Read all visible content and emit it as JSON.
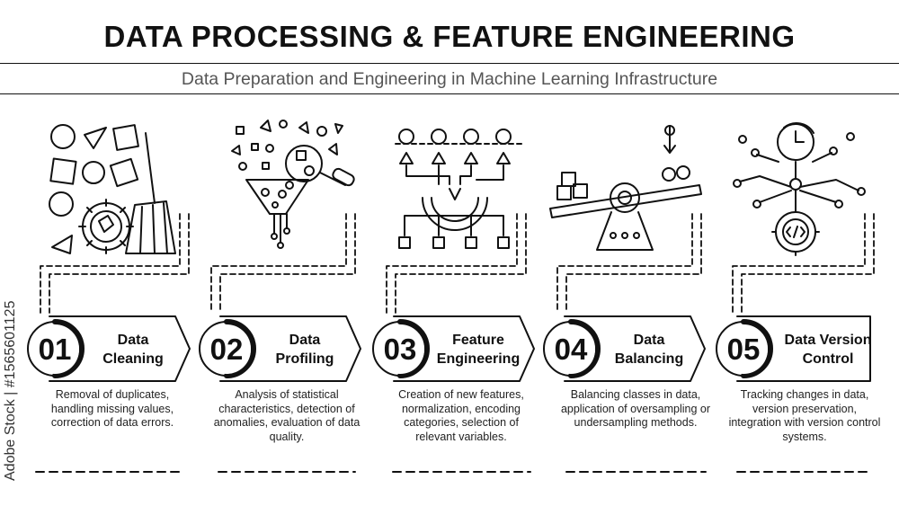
{
  "title": "DATA PROCESSING & FEATURE ENGINEERING",
  "subtitle": "Data Preparation and Engineering in Machine Learning Infrastructure",
  "watermark": "Adobe Stock | #1565601125",
  "steps": [
    {
      "number": "01",
      "label_line1": "Data",
      "label_line2": "Cleaning",
      "description": "Removal of duplicates, handling missing values, correction of data errors.",
      "icon": "broom-shapes-gear-icon"
    },
    {
      "number": "02",
      "label_line1": "Data",
      "label_line2": "Profiling",
      "description": "Analysis of statistical characteristics, detection of anomalies, evaluation of data quality.",
      "icon": "funnel-magnifier-icon"
    },
    {
      "number": "03",
      "label_line1": "Feature",
      "label_line2": "Engineering",
      "description": "Creation of new features, normalization, encoding categories, selection of relevant variables.",
      "icon": "gear-flowchart-icon"
    },
    {
      "number": "04",
      "label_line1": "Data",
      "label_line2": "Balancing",
      "description": "Balancing classes in data, application of oversampling or undersampling methods.",
      "icon": "balance-scale-icon"
    },
    {
      "number": "05",
      "label_line1": "Data Version",
      "label_line2": "Control",
      "description": "Tracking changes in data, version preservation, integration with version control systems.",
      "icon": "clock-code-network-icon"
    }
  ]
}
